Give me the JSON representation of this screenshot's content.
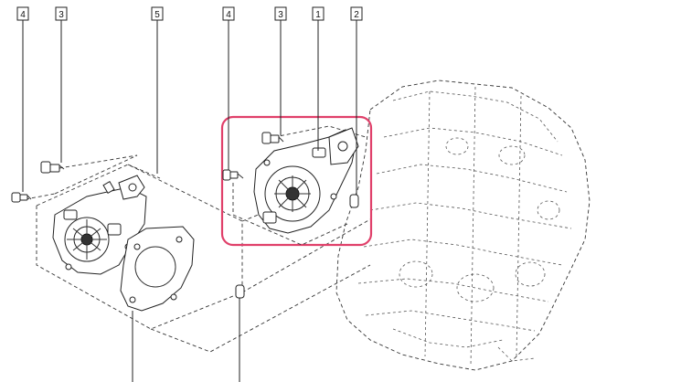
{
  "callouts": [
    {
      "id": "c4a",
      "label": "4"
    },
    {
      "id": "c3a",
      "label": "3"
    },
    {
      "id": "c5",
      "label": "5"
    },
    {
      "id": "c4b",
      "label": "4"
    },
    {
      "id": "c3b",
      "label": "3"
    },
    {
      "id": "c1",
      "label": "1"
    },
    {
      "id": "c2",
      "label": "2"
    }
  ],
  "colors": {
    "highlight": "#e0406a",
    "line": "#222222"
  },
  "parts": [
    "bolt",
    "bolt",
    "gasket",
    "bolt",
    "bolt",
    "water-pump",
    "dowel-pin",
    "engine-block",
    "water-pump-exploded"
  ]
}
